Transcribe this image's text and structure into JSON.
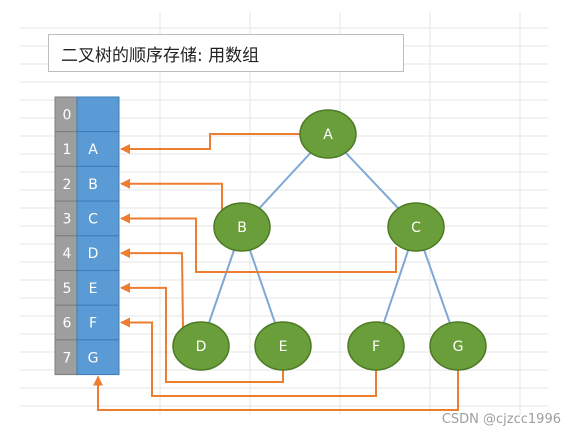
{
  "title": "二叉树的顺序存储: 用数组",
  "watermark": "CSDN @cjzcc1996",
  "array": {
    "indices": [
      "0",
      "1",
      "2",
      "3",
      "4",
      "5",
      "6",
      "7"
    ],
    "values": [
      "",
      "A",
      "B",
      "C",
      "D",
      "E",
      "F",
      "G"
    ]
  },
  "tree": {
    "nodes": [
      {
        "id": "A",
        "label": "A"
      },
      {
        "id": "B",
        "label": "B"
      },
      {
        "id": "C",
        "label": "C"
      },
      {
        "id": "D",
        "label": "D"
      },
      {
        "id": "E",
        "label": "E"
      },
      {
        "id": "F",
        "label": "F"
      },
      {
        "id": "G",
        "label": "G"
      }
    ],
    "edges": [
      [
        "A",
        "B"
      ],
      [
        "A",
        "C"
      ],
      [
        "B",
        "D"
      ],
      [
        "B",
        "E"
      ],
      [
        "C",
        "F"
      ],
      [
        "C",
        "G"
      ]
    ]
  },
  "mapping": [
    {
      "node": "A",
      "index": 1
    },
    {
      "node": "B",
      "index": 2
    },
    {
      "node": "C",
      "index": 3
    },
    {
      "node": "D",
      "index": 4
    },
    {
      "node": "E",
      "index": 5
    },
    {
      "node": "F",
      "index": 6
    },
    {
      "node": "G",
      "index": 7
    }
  ],
  "colors": {
    "node_fill": "#6a9e3a",
    "node_stroke": "#4c7a25",
    "edge": "#7ea8d6",
    "arrow": "#ed7d31",
    "index_cell": "#9e9e9e",
    "value_cell": "#5b9bd5",
    "grid": "#e6e6e6"
  }
}
